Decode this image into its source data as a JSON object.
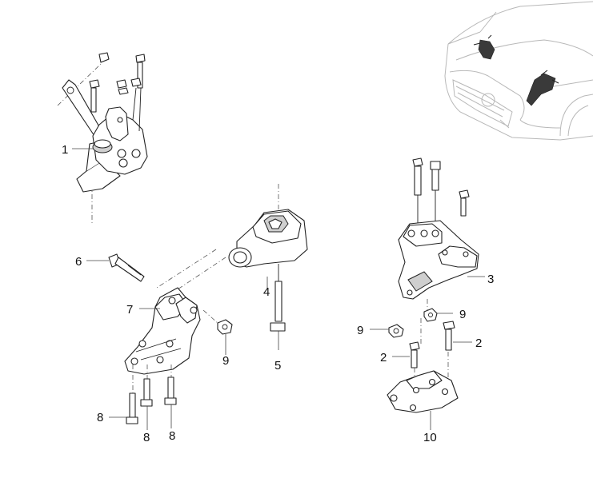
{
  "callouts": {
    "c1": "1",
    "c2a": "2",
    "c2b": "2",
    "c3": "3",
    "c4": "4",
    "c5": "5",
    "c6": "6",
    "c7": "7",
    "c8a": "8",
    "c8b": "8",
    "c8c": "8",
    "c9a": "9",
    "c9b": "9",
    "c9c": "9",
    "c10": "10"
  },
  "colors": {
    "line": "#222222",
    "car_outline": "#b8b8b8",
    "shade": "#cfcfcf"
  }
}
